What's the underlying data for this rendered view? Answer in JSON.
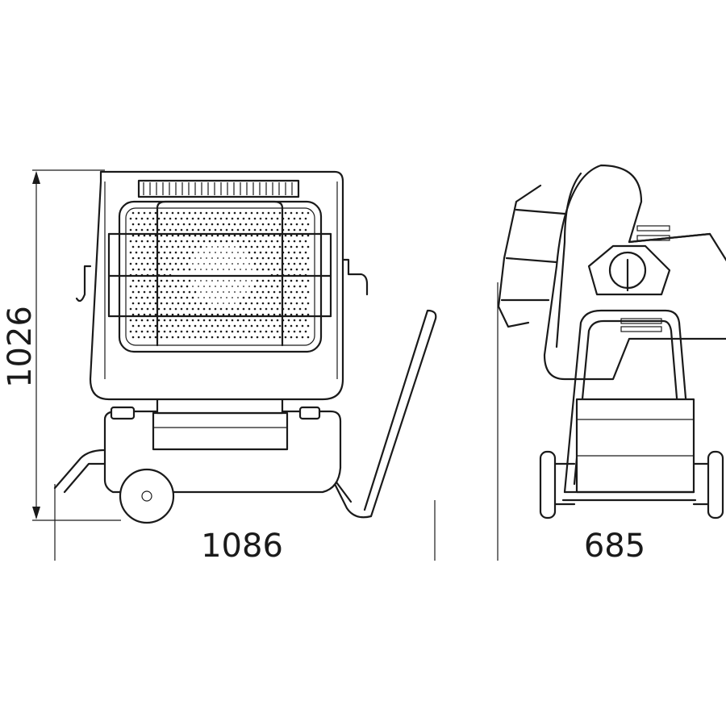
{
  "dimensions": {
    "height": "1026",
    "width": "1086",
    "depth": "685"
  },
  "colors": {
    "line": "#1a1a1a",
    "background": "#ffffff"
  }
}
